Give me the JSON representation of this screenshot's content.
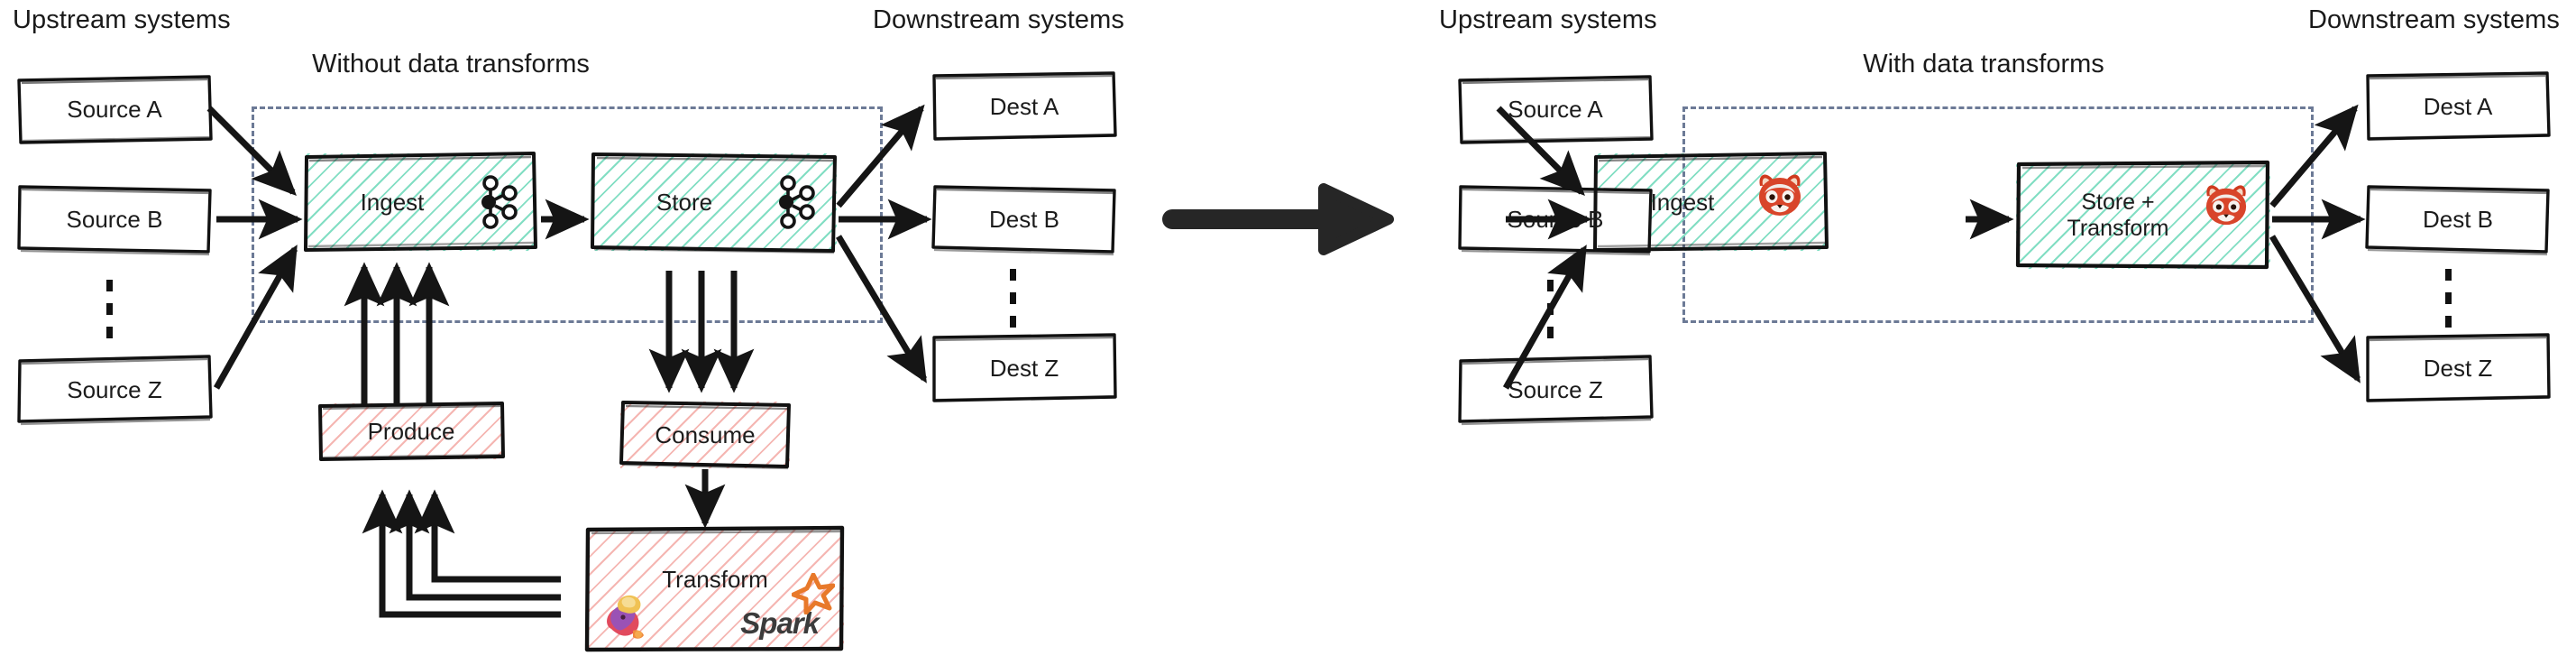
{
  "diagram": {
    "title_left": "Without data transforms",
    "title_right": "With data transforms",
    "upstream_label_left": "Upstream systems",
    "downstream_label_left": "Downstream systems",
    "upstream_label_right": "Upstream systems",
    "downstream_label_right": "Downstream systems",
    "colors": {
      "teal_hatch": "#7bdcc0",
      "pink_hatch": "#f3a9a4",
      "dashed_border": "#6c7a96",
      "stroke": "#111111",
      "spark_orange": "#e8792a",
      "redpanda_red": "#cf3a1e"
    }
  },
  "left_panel": {
    "sources": [
      {
        "label": "Source A"
      },
      {
        "label": "Source B"
      },
      {
        "label": "Source Z"
      }
    ],
    "pipeline": [
      {
        "label": "Ingest",
        "icon": "kafka-icon",
        "fill": "teal"
      },
      {
        "label": "Store",
        "icon": "kafka-icon",
        "fill": "teal"
      }
    ],
    "external": [
      {
        "label": "Produce",
        "fill": "pink"
      },
      {
        "label": "Consume",
        "fill": "pink"
      },
      {
        "label": "Transform",
        "fill": "pink",
        "icons": [
          "flink-icon",
          "spark-icon"
        ],
        "spark_text": "Spark"
      }
    ],
    "destinations": [
      {
        "label": "Dest A"
      },
      {
        "label": "Dest B"
      },
      {
        "label": "Dest Z"
      }
    ]
  },
  "right_panel": {
    "sources": [
      {
        "label": "Source A"
      },
      {
        "label": "Source B"
      },
      {
        "label": "Source Z"
      }
    ],
    "pipeline": [
      {
        "label": "Ingest",
        "icon": "redpanda-icon",
        "fill": "teal"
      },
      {
        "label": "Store +\nTransform",
        "label_line1": "Store +",
        "label_line2": "Transform",
        "icon": "redpanda-icon",
        "fill": "teal"
      }
    ],
    "destinations": [
      {
        "label": "Dest A"
      },
      {
        "label": "Dest B"
      },
      {
        "label": "Dest Z"
      }
    ]
  },
  "center": {
    "transition_arrow": "right-arrow-icon"
  }
}
